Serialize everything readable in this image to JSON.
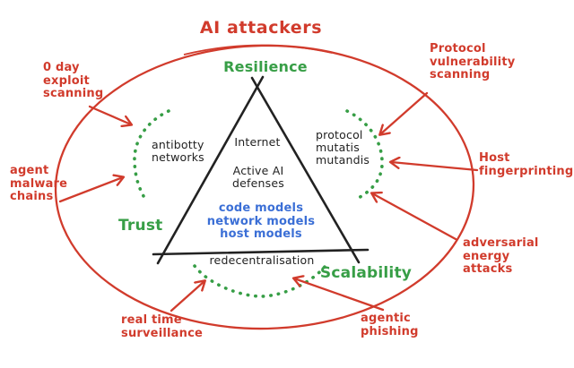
{
  "colors": {
    "red": "#d13b2c",
    "green": "#379e46",
    "blue": "#3b6fd6",
    "black": "#222222"
  },
  "title": "AI attackers",
  "attackers": {
    "zero_day": "0 day\nexploit\nscanning",
    "protocol_vulnerability": "Protocol\nvulnerability\nscanning",
    "agent_malware": "agent\nmalware\nchains",
    "host_fingerprinting": "Host\nfingerprinting",
    "adversarial_energy": "adversarial\nenergy\nattacks",
    "agentic_phishing": "agentic\nphishing",
    "real_time_surveillance": "real time\nsurveillance"
  },
  "triangle": {
    "vertex_top": "Resilience",
    "vertex_left": "Trust",
    "vertex_right": "Scalability",
    "inside_top": "Internet",
    "inside_middle": "Active AI\ndefenses",
    "inside_models": "code models\nnetwork models\nhost models",
    "bottom_label": "redecentralisation"
  },
  "defenses": {
    "left": "antibotty\nnetworks",
    "right": "protocol\nmutatis\nmutandis"
  }
}
